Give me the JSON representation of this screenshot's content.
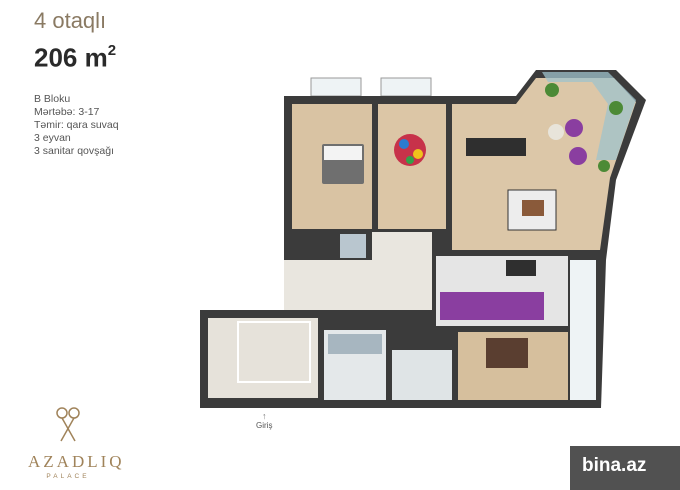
{
  "listing": {
    "rooms": "4 otaqlı",
    "area_value": "206 m",
    "area_unit_sup": "2",
    "details": [
      "B Bloku",
      "Mərtəbə: 3-17",
      "Təmir: qara suvaq",
      "3 eyvan",
      "3 sanitar qovşağı"
    ]
  },
  "plan": {
    "entrance_label": "Giriş"
  },
  "brand": {
    "name": "AZADLIQ",
    "sub": "PALACE"
  },
  "watermark": {
    "text": "bina.az"
  },
  "colors": {
    "wall": "#3b3b3b",
    "floor": "#d9c3a3",
    "tile": "#e4e4e4",
    "accent_purple": "#8a3ea0",
    "brand_gold": "#a0835a",
    "glass": "#9fc3cc"
  }
}
